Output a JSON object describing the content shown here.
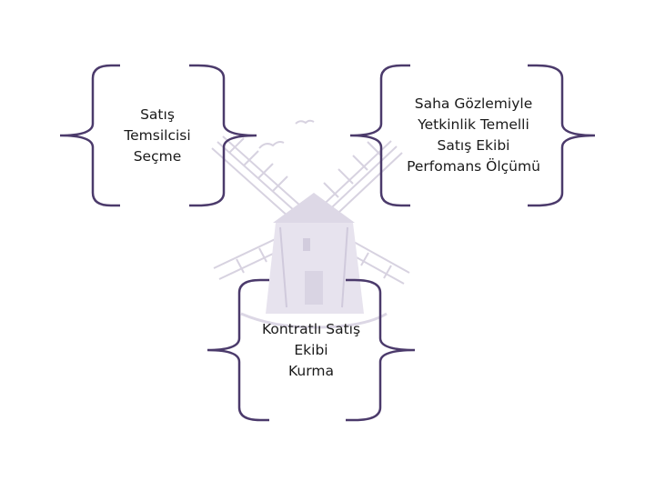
{
  "colors": {
    "bracket": "#4b3a6b",
    "watermark": "#c9c4d6",
    "text": "#1a1a1a"
  },
  "boxes": [
    {
      "id": "satis-temsilcisi-secme",
      "lines": [
        "Satış",
        "Temsilcisi",
        "Seçme"
      ]
    },
    {
      "id": "saha-gozlemiyle",
      "lines": [
        "Saha Gözlemiyle",
        "Yetkinlik Temelli",
        "Satış Ekibi",
        "Perfomans Ölçümü"
      ]
    },
    {
      "id": "kontratli-satis",
      "lines": [
        "Kontratlı Satış",
        "Ekibi",
        "Kurma"
      ]
    }
  ],
  "watermark": {
    "icon": "windmill-icon"
  }
}
